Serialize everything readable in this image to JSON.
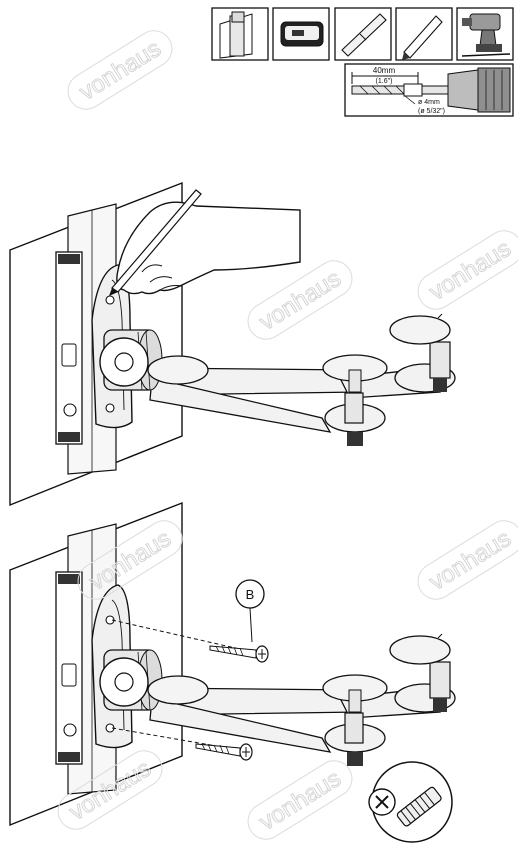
{
  "watermark": {
    "text": "vonhaus"
  },
  "tools": {
    "items": [
      {
        "icon": "stud-finder-icon"
      },
      {
        "icon": "spirit-level-icon"
      },
      {
        "icon": "straight-edge-icon"
      },
      {
        "icon": "pencil-icon"
      },
      {
        "icon": "power-drill-icon"
      }
    ],
    "drill_spec": {
      "depth_metric": "40mm",
      "depth_imperial": "(1.6\")",
      "diameter_metric": "ø 4mm",
      "diameter_imperial": "(ø 5/32\")"
    }
  },
  "step_mark": {
    "callout_b": "B"
  },
  "step_screw": {
    "no_anchor_icon": "no-wall-anchor-icon"
  },
  "colors": {
    "line": "#111111",
    "fill_light": "#f2f2f2",
    "shade": "#c8c8c8"
  }
}
